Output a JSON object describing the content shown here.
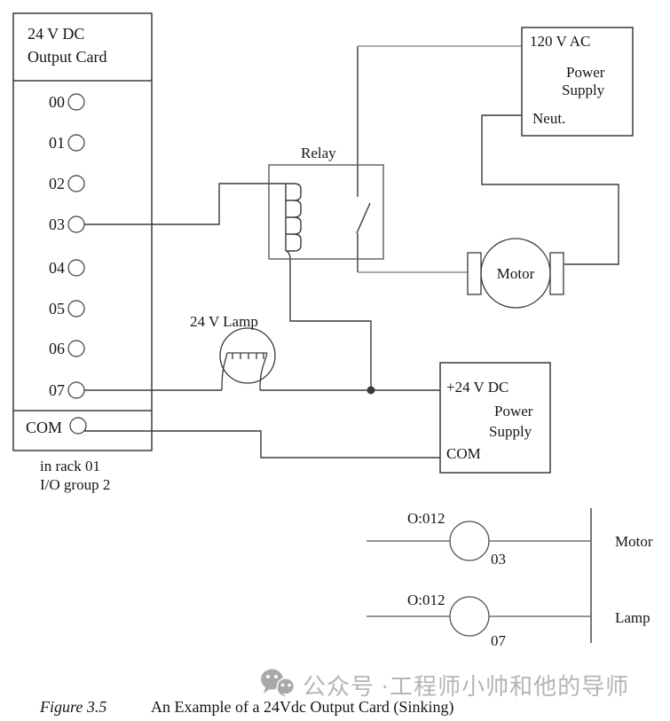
{
  "figure_type": "wiring-diagram",
  "colors": {
    "line": "#3a3a3a",
    "relay_box": "#5a5a5a",
    "gray_wire": "#909090",
    "ladder_line": "#555555",
    "watermark": "#b5b5b5",
    "background": "#ffffff"
  },
  "card": {
    "title_line1": "24 V DC",
    "title_line2": "Output Card",
    "terminals": [
      "00",
      "01",
      "02",
      "03",
      "04",
      "05",
      "06",
      "07"
    ],
    "com_label": "COM",
    "footnote_line1": "in rack 01",
    "footnote_line2": "I/O group 2"
  },
  "relay": {
    "label": "Relay"
  },
  "lamp": {
    "label": "24 V Lamp"
  },
  "motor": {
    "label": "Motor"
  },
  "ac_supply": {
    "line1": "120 V AC",
    "line2": "Power",
    "line3": "Supply",
    "line4": "Neut."
  },
  "dc_supply": {
    "line1": "+24 V DC",
    "line2": "Power",
    "line3": "Supply",
    "line4": "COM"
  },
  "ladder": {
    "rungs": [
      {
        "address": "O:012",
        "bit": "03",
        "device": "Motor"
      },
      {
        "address": "O:012",
        "bit": "07",
        "device": "Lamp"
      }
    ]
  },
  "watermark": {
    "text": "公众号 ·工程师小帅和他的导师"
  },
  "caption": {
    "figure": "Figure 3.5",
    "text": "An Example of a 24Vdc Output Card (Sinking)"
  }
}
